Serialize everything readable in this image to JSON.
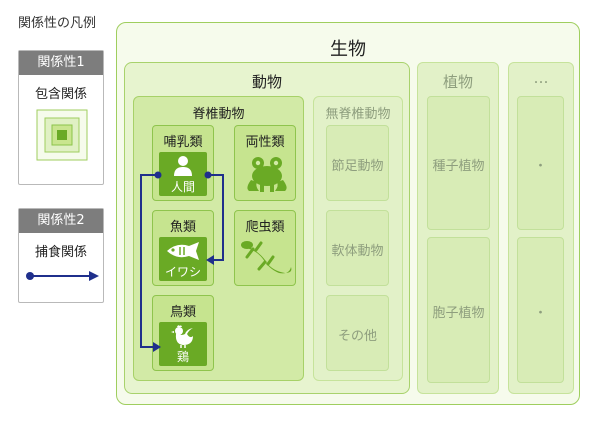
{
  "legend": {
    "title": "関係性の凡例",
    "card1": {
      "header": "関係性1",
      "label": "包含関係"
    },
    "card2": {
      "header": "関係性2",
      "label": "捕食関係"
    }
  },
  "diagram": {
    "root": "生物",
    "animals": {
      "title": "動物",
      "vertebrates": {
        "title": "脊椎動物",
        "mammals": {
          "title": "哺乳類",
          "tile": "人間",
          "icon": "person-icon"
        },
        "amphibians": {
          "title": "両性類",
          "icon": "frog-icon"
        },
        "fish": {
          "title": "魚類",
          "tile": "イワシ",
          "icon": "fish-icon"
        },
        "reptiles": {
          "title": "爬虫類",
          "icon": "lizard-icon"
        },
        "birds": {
          "title": "鳥類",
          "tile": "鶏",
          "icon": "chicken-icon"
        }
      },
      "invertebrates": {
        "title": "無脊椎動物",
        "items": [
          "節足動物",
          "軟体動物",
          "その他"
        ]
      }
    },
    "plants": {
      "title": "植物",
      "items": [
        "種子植物",
        "胞子植物"
      ]
    },
    "other": {
      "title": "…",
      "items": [
        "・",
        "・"
      ]
    }
  },
  "colors": {
    "arrow": "#1f2f8c",
    "legend_header": "#7d7d7d",
    "tile": "#6aaa25"
  }
}
